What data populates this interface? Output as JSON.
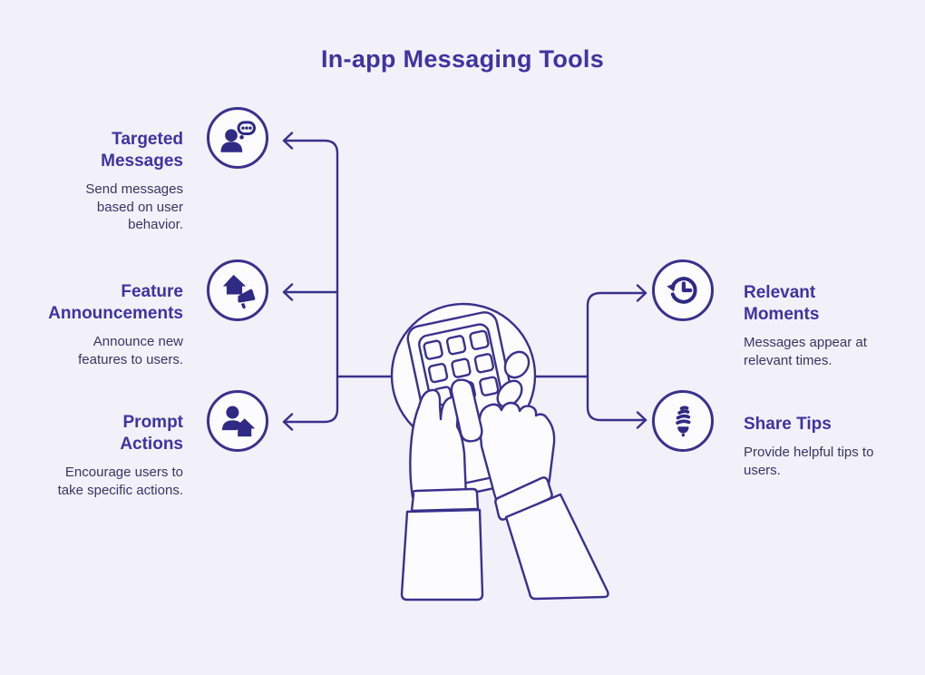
{
  "page": {
    "title": "In-app Messaging Tools",
    "background_color": "#f2f0f9",
    "line_color": "#39318c",
    "heading_color": "#3e34a0",
    "body_text_color": "#3a3565",
    "icon_color": "#2f2a83"
  },
  "center_illustration": "hands-tapping-smartphone",
  "items": [
    {
      "id": "targeted-messages",
      "side": "left",
      "title": "Targeted Messages",
      "description": "Send messages based on user behavior.",
      "icon": "person-thought-bubble-icon"
    },
    {
      "id": "feature-announcements",
      "side": "left",
      "title": "Feature Announcements",
      "description": "Announce new features to users.",
      "icon": "house-megaphone-icon"
    },
    {
      "id": "prompt-actions",
      "side": "left",
      "title": "Prompt Actions",
      "description": "Encourage users to take specific actions.",
      "icon": "person-house-icon"
    },
    {
      "id": "relevant-moments",
      "side": "right",
      "title": "Relevant Moments",
      "description": "Messages appear at relevant times.",
      "icon": "clock-history-icon"
    },
    {
      "id": "share-tips",
      "side": "right",
      "title": "Share Tips",
      "description": "Provide helpful tips to users.",
      "icon": "spiral-lightbulb-icon"
    }
  ]
}
